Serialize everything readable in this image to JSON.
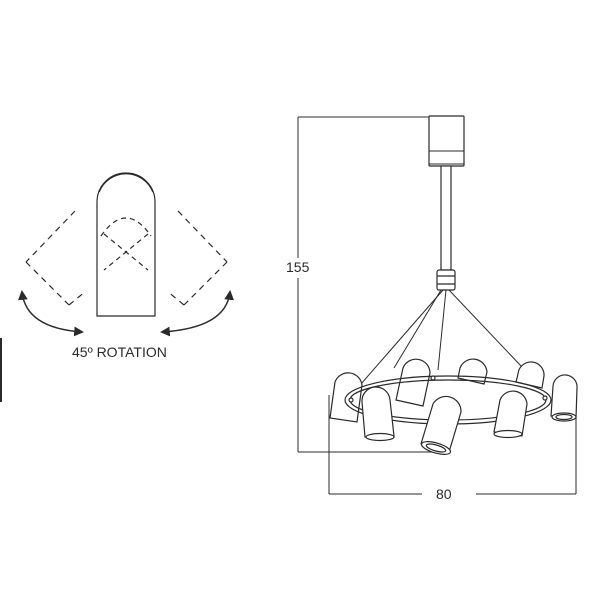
{
  "rotation_detail": {
    "label": "45º ROTATION",
    "icons": [
      "rotate-left-arrow-icon",
      "rotate-right-arrow-icon"
    ]
  },
  "dimensions": {
    "height": "155",
    "width": "80"
  },
  "colors": {
    "line": "#2b2b2b",
    "background": "#ffffff"
  }
}
